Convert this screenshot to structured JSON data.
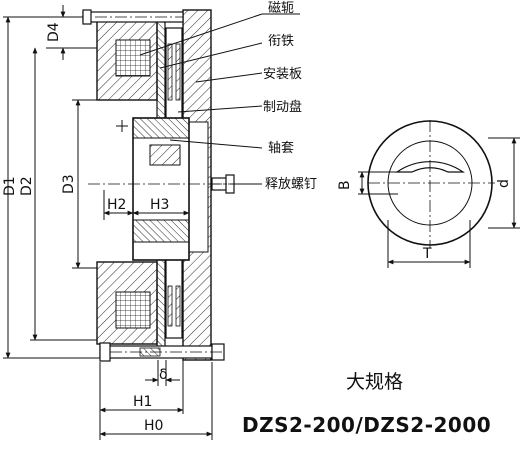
{
  "labels": {
    "yoke": "磁轭",
    "armature": "衔铁",
    "mounting_plate": "安装板",
    "brake_disc": "制动盘",
    "sleeve": "轴套",
    "release_screw": "释放螺钉"
  },
  "dimensions": {
    "d4": "D4",
    "d1": "D1",
    "d2": "D2",
    "d3": "D3",
    "h2": "H2",
    "h3": "H3",
    "h1": "H1",
    "h0": "H0",
    "delta": "δ",
    "b": "B",
    "d_small": "d",
    "t": "T"
  },
  "caption": {
    "size": "大规格",
    "model": "DZS2-200/DZS2-2000"
  },
  "colors": {
    "line": "#111111",
    "background": "#ffffff"
  }
}
